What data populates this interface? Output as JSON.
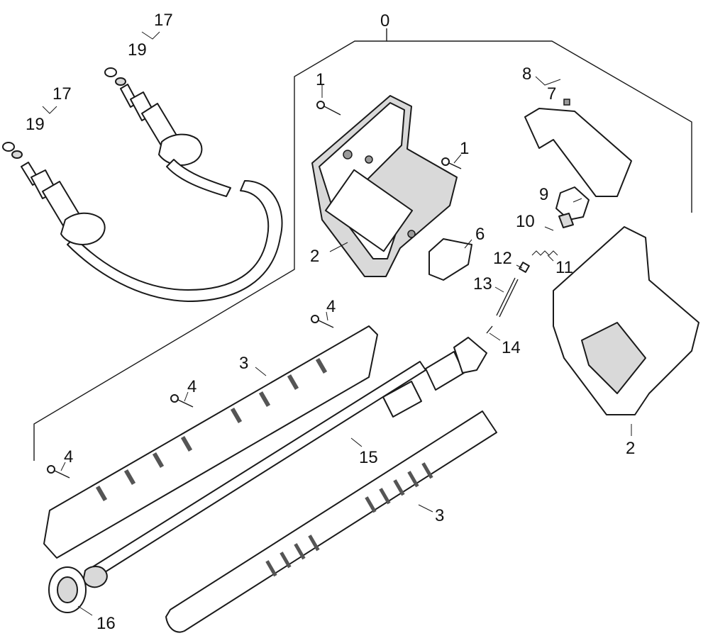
{
  "callouts": {
    "c0": "0",
    "c1a": "1",
    "c1b": "1",
    "c2a": "2",
    "c2b": "2",
    "c3a": "3",
    "c3b": "3",
    "c4a": "4",
    "c4b": "4",
    "c4c": "4",
    "c6": "6",
    "c7": "7",
    "c8": "8",
    "c9": "9",
    "c10": "10",
    "c11": "11",
    "c12": "12",
    "c13": "13",
    "c14": "14",
    "c15": "15",
    "c16": "16",
    "c17a": "17",
    "c17b": "17",
    "c19a": "19",
    "c19b": "19"
  }
}
